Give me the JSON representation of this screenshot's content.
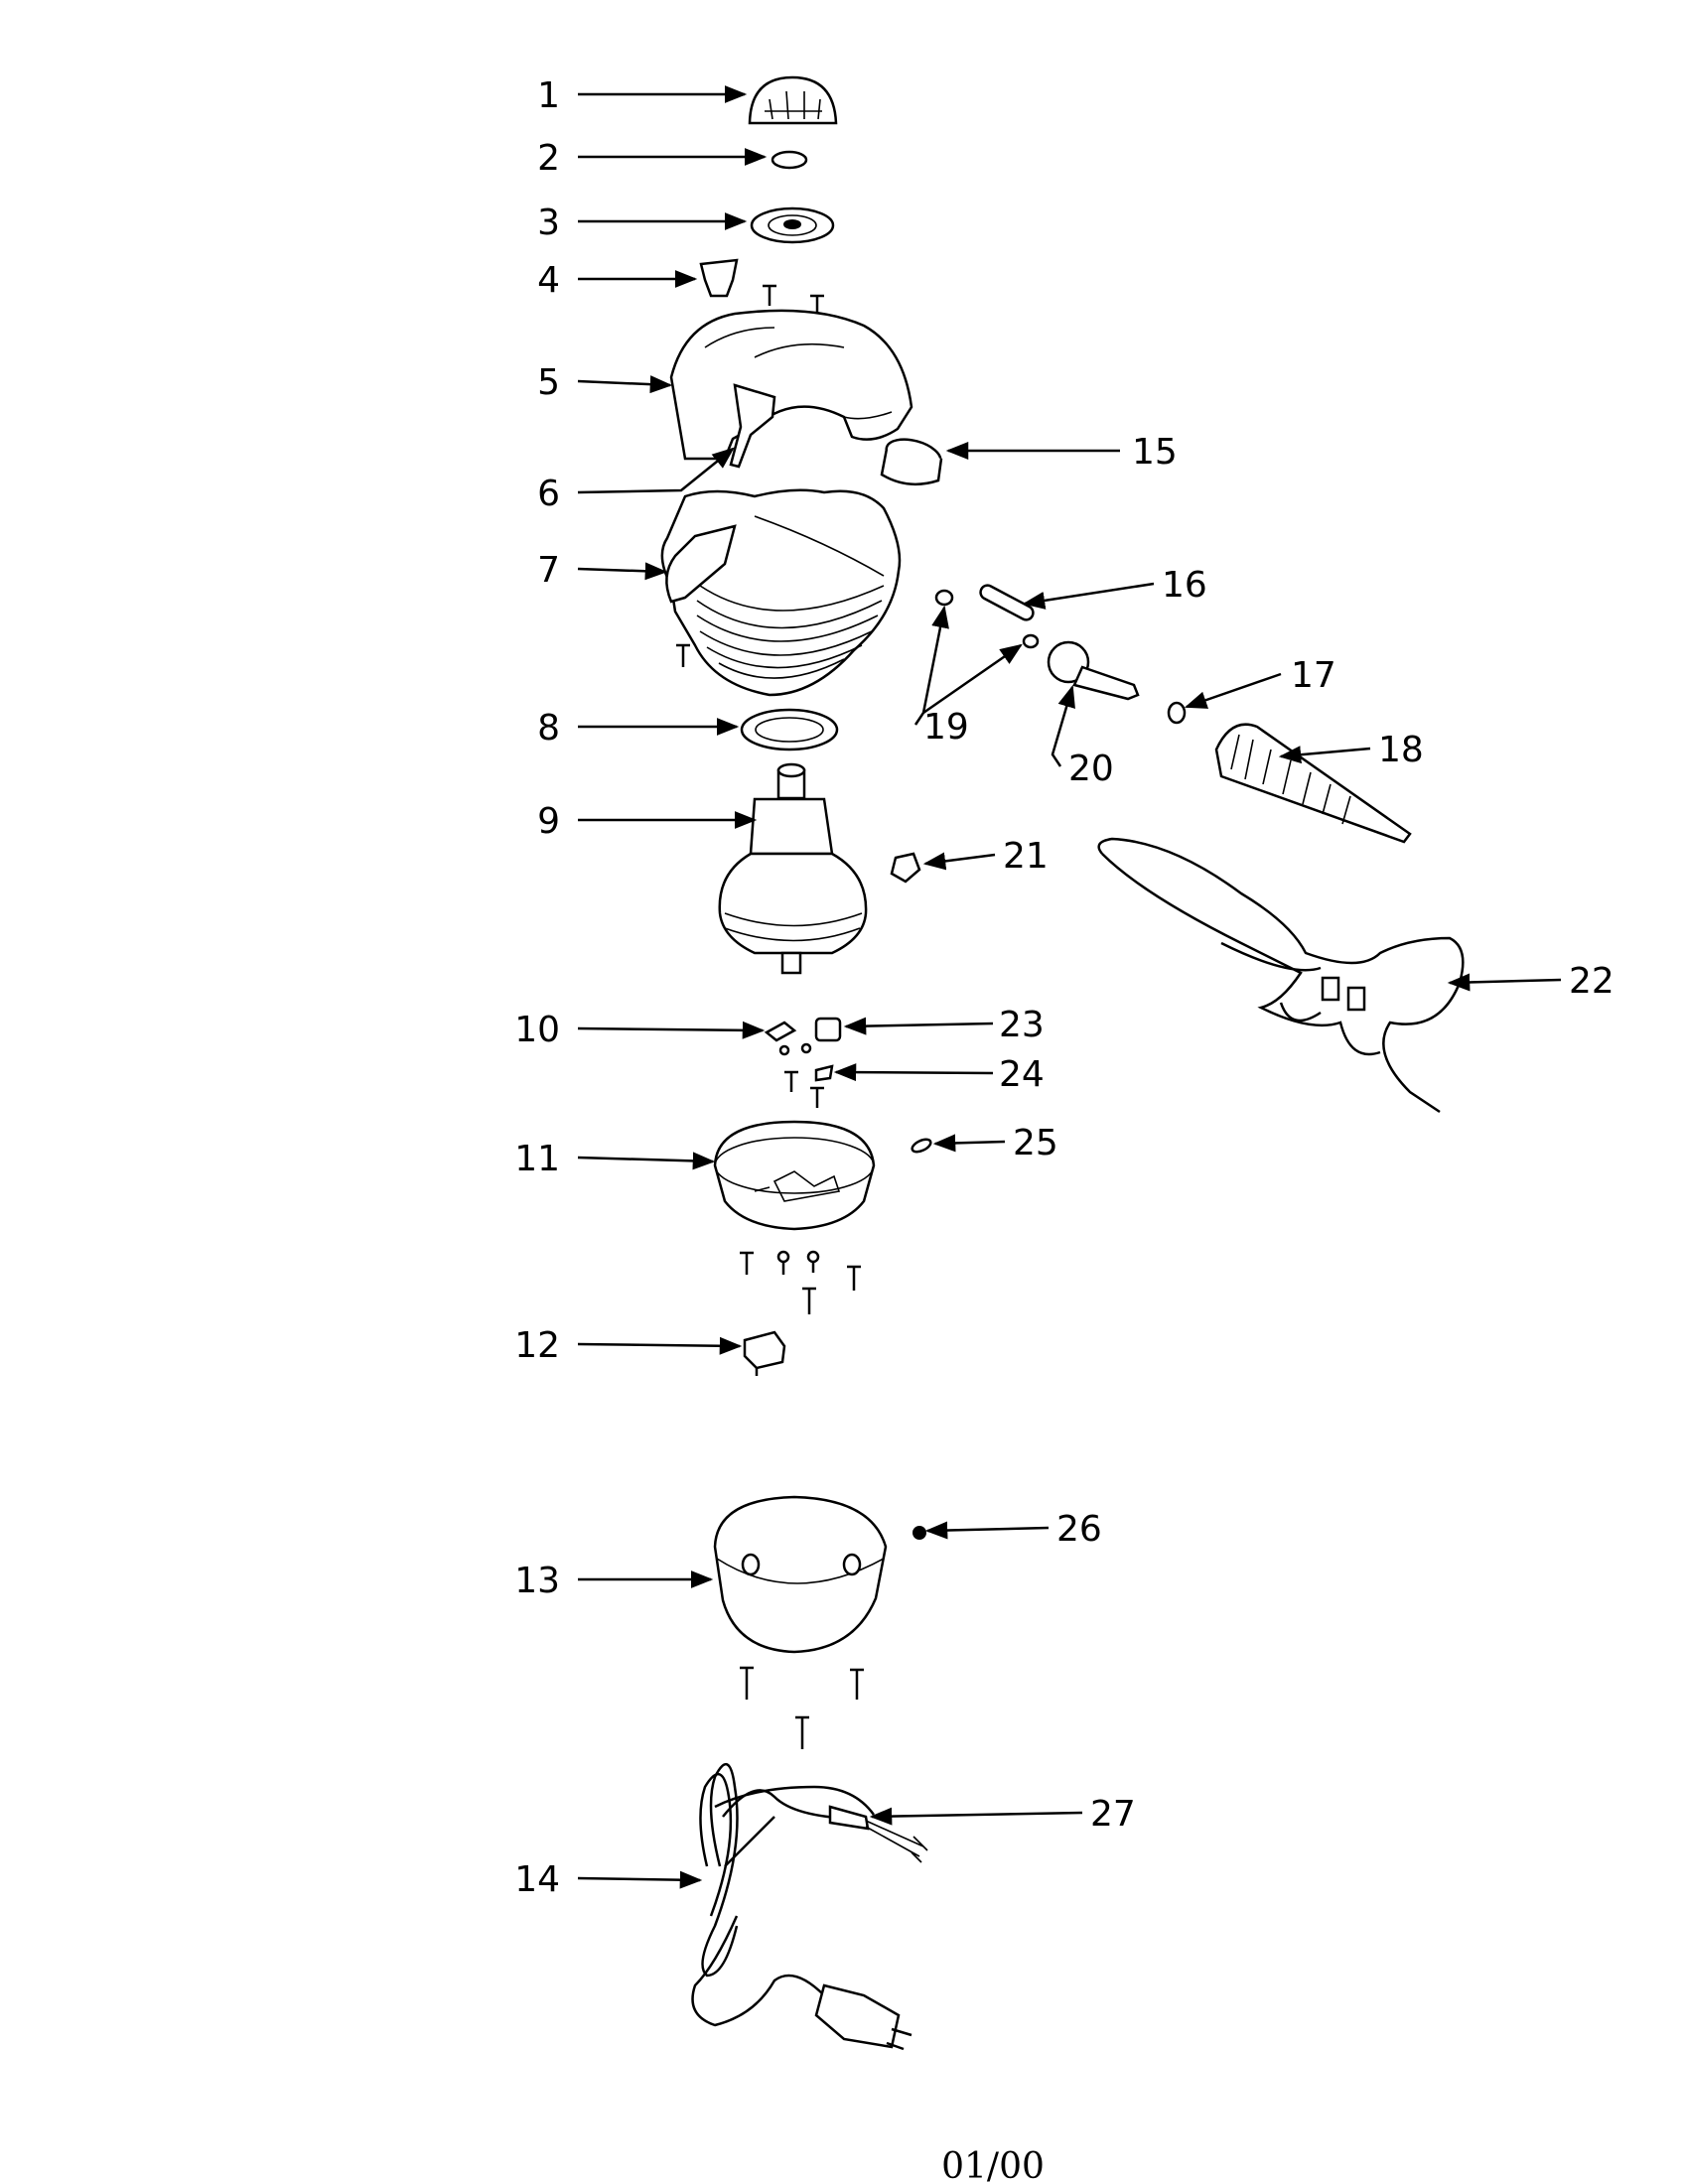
{
  "callouts": [
    "1",
    "2",
    "3",
    "4",
    "5",
    "6",
    "7",
    "8",
    "9",
    "10",
    "11",
    "12",
    "13",
    "14",
    "15",
    "16",
    "17",
    "18",
    "19",
    "20",
    "21",
    "22",
    "23",
    "24",
    "25",
    "26",
    "27"
  ],
  "footer": "01/00"
}
